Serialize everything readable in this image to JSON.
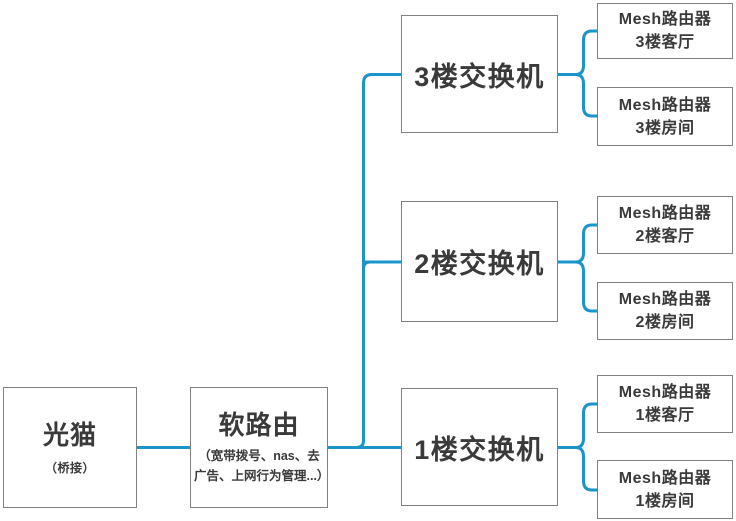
{
  "diagram": {
    "colors": {
      "wire": "#1b95c9",
      "node_border": "#818181",
      "text": "#3a3a3a",
      "background": "#ffffff"
    },
    "nodes": {
      "modem": {
        "title": "光猫",
        "subtitle": "（桥接）"
      },
      "router": {
        "title": "软路由",
        "subtitle": "（宽带拨号、nas、去广告、上网行为管理...）"
      },
      "switch_f3": {
        "label": "3楼交换机"
      },
      "switch_f2": {
        "label": "2楼交换机"
      },
      "switch_f1": {
        "label": "1楼交换机"
      },
      "mesh_f3_living": {
        "line1": "Mesh路由器",
        "line2": "3楼客厅"
      },
      "mesh_f3_room": {
        "line1": "Mesh路由器",
        "line2": "3楼房间"
      },
      "mesh_f2_living": {
        "line1": "Mesh路由器",
        "line2": "2楼客厅"
      },
      "mesh_f2_room": {
        "line1": "Mesh路由器",
        "line2": "2楼房间"
      },
      "mesh_f1_living": {
        "line1": "Mesh路由器",
        "line2": "1楼客厅"
      },
      "mesh_f1_room": {
        "line1": "Mesh路由器",
        "line2": "1楼房间"
      }
    }
  }
}
